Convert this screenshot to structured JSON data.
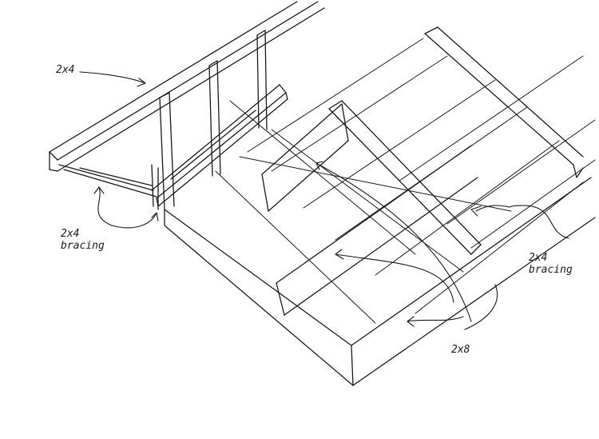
{
  "labels": {
    "top_2x4": "2x4",
    "left_bracing_line1": "2x4",
    "left_bracing_line2": "bracing",
    "right_bracing_line1": "2x4",
    "right_bracing_line2": "bracing",
    "bottom_2x8": "2x8"
  },
  "colors": {
    "ink": "#1a1a1a",
    "background": "#ffffff"
  }
}
